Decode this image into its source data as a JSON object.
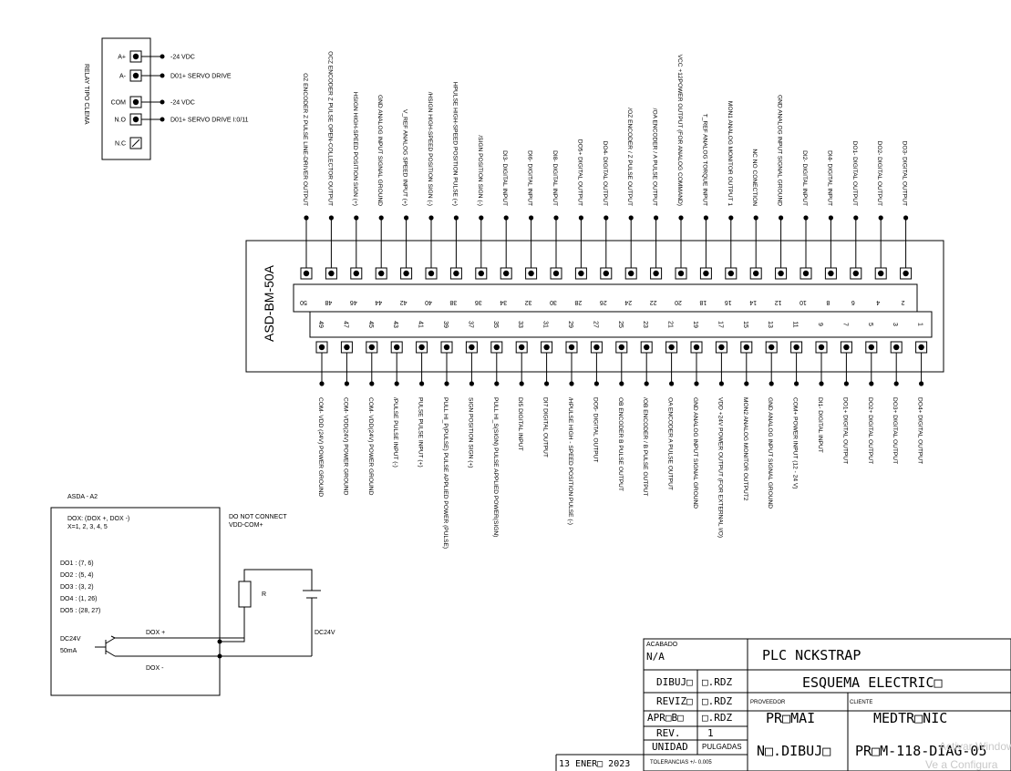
{
  "relay": {
    "side_label": "RELAY TIPO CLEMA",
    "terminals": [
      {
        "label": "A+",
        "signal": "-24 VDC"
      },
      {
        "label": "A-",
        "signal": "D01+ SERVO DRIVE"
      },
      {
        "label": "COM",
        "signal": "-24 VDC"
      },
      {
        "label": "N.O",
        "signal": "D01+ SERVO DRIVE I:0/11"
      },
      {
        "label": "N.C",
        "signal": ""
      }
    ]
  },
  "connector": {
    "model": "ASD-BM-50A",
    "top_row": [
      {
        "pin": "50",
        "signal": "OZ ENCODER Z PULSE LINE-DRIVER OUTPUT"
      },
      {
        "pin": "48",
        "signal": "OCZ ENCODER Z PULSE OPEN-COLLECTOR OUTPUT"
      },
      {
        "pin": "46",
        "signal": "HSIGN HIGH-SPEED POSITION SIGN (+)"
      },
      {
        "pin": "44",
        "signal": "GND ANALOG INPUT SIGNAL GROUND"
      },
      {
        "pin": "42",
        "signal": "V_REF ANALOG SPEED INPUT (+)"
      },
      {
        "pin": "40",
        "signal": "/HSIGN HIGH-SPEED POSITION SIGN (-)"
      },
      {
        "pin": "38",
        "signal": "HPULSE HIGH-SPEED POSITION PULSE (+)"
      },
      {
        "pin": "36",
        "signal": "/SIGN POSITION SIGN (-)"
      },
      {
        "pin": "34",
        "signal": "DI3- DIGITAL INPUT"
      },
      {
        "pin": "32",
        "signal": "DI6- DIGITAL INPUT"
      },
      {
        "pin": "30",
        "signal": "DI8- DIGITAL INPUT"
      },
      {
        "pin": "28",
        "signal": "DO5+ DIGITAL OUTPUT"
      },
      {
        "pin": "26",
        "signal": "DO4- DIGITAL OUTPUT"
      },
      {
        "pin": "24",
        "signal": "/OZ ENCODER / Z PULSE OUTPUT"
      },
      {
        "pin": "22",
        "signal": "/OA ENCODER / A PULSE OUTPUT"
      },
      {
        "pin": "20",
        "signal": "VCC +12POWER OUTPUT (FOR ANALOG COMMAND)"
      },
      {
        "pin": "18",
        "signal": "T_REF ANALOG TORQUE INPUT"
      },
      {
        "pin": "16",
        "signal": "MON1 ANALOG MONITOR OUTPUT 1"
      },
      {
        "pin": "14",
        "signal": "NC NO CONECTION"
      },
      {
        "pin": "12",
        "signal": "GND ANALOG INPUT SIGNAL GROUND"
      },
      {
        "pin": "10",
        "signal": "DI2- DIGITAL INPUT"
      },
      {
        "pin": "8",
        "signal": "DI4- DIGITAL INPUT"
      },
      {
        "pin": "6",
        "signal": "DO1- DIGITAL OUTPUT"
      },
      {
        "pin": "4",
        "signal": "DO2- DIGITAL OUTPUT"
      },
      {
        "pin": "2",
        "signal": "DO3- DIGITAL OUTPUT"
      }
    ],
    "bottom_row": [
      {
        "pin": "49",
        "signal": "COM- VDD (24V) POWER GROUND"
      },
      {
        "pin": "47",
        "signal": "COM- VDD(24V) POWER GROUND"
      },
      {
        "pin": "45",
        "signal": "COM- VDD(24V) POWER GROUND"
      },
      {
        "pin": "43",
        "signal": "/PULSE PULSE INPUT (-)"
      },
      {
        "pin": "41",
        "signal": "PULSE PULSE INPUT (+)"
      },
      {
        "pin": "39",
        "signal": "PULL HI_P(PULSE) PULSE APPLIED POWER (PULSE)"
      },
      {
        "pin": "37",
        "signal": "SIGN POSITION SIGN (+)"
      },
      {
        "pin": "35",
        "signal": "PULL HI_S(SIGN) PULSE APPLIED POWER(SIGN)"
      },
      {
        "pin": "33",
        "signal": "DI5 DIGITAL INPUT"
      },
      {
        "pin": "31",
        "signal": "DI7 DIGITAL OUTPUT"
      },
      {
        "pin": "29",
        "signal": "/HPULSE HIGH - SPEED POSITION PULSE (-)"
      },
      {
        "pin": "27",
        "signal": "DO5- DIGITAL OUTPUT"
      },
      {
        "pin": "25",
        "signal": "OB ENCODER B PULSE OUTPUT"
      },
      {
        "pin": "23",
        "signal": "/OB ENCODER / B PULSE OUTPUT"
      },
      {
        "pin": "21",
        "signal": "OA ENCODER A PULSE OUTPUT"
      },
      {
        "pin": "19",
        "signal": "GND ANALOG INPUT SIGNAL GROUND"
      },
      {
        "pin": "17",
        "signal": "VDD +24V POWER OUTPUT (FOR EXTERNAL I/O)"
      },
      {
        "pin": "15",
        "signal": "MON2 ANALOG MONITOR OUTPUT2"
      },
      {
        "pin": "13",
        "signal": "GND ANALOG INPUT SIGNAL GROUND"
      },
      {
        "pin": "11",
        "signal": "COM+ POWER INPUT (12 - 24 V)"
      },
      {
        "pin": "9",
        "signal": "DI1- DIGITAL INPUT"
      },
      {
        "pin": "7",
        "signal": "DO1+ DIGITAL OUTPUT"
      },
      {
        "pin": "5",
        "signal": "DO2+ DIGITAL OUTPUT"
      },
      {
        "pin": "3",
        "signal": "DO3+ DIGITAL OUTPUT"
      },
      {
        "pin": "1",
        "signal": "DO4+ DIGITAL OUTPUT"
      }
    ]
  },
  "asda": {
    "title": "ASDA - A2",
    "dox_line1": "DOX: (DOX +, DOX -)",
    "dox_line2": "X=1, 2, 3, 4, 5",
    "do_list": [
      "DO1 : (7, 6)",
      "DO2 : (5, 4)",
      "DO3 : (3, 2)",
      "DO4 : (1, 26)",
      "DO5 : (28, 27)"
    ],
    "dc_label": "DC24V",
    "ma_label": "50mA",
    "dox_plus": "DOX +",
    "dox_minus": "DOX -",
    "warning1": "DO NOT CONNECT",
    "warning2": "VDD-COM+",
    "resistor": "R",
    "ext_supply": "DC24V"
  },
  "title_block": {
    "acabado_label": "ACABADO",
    "acabado_value": "N/A",
    "project": "PLC NCKSTRAP",
    "dibujo_label": "DIBUJ□",
    "dibujo_value": "□.RDZ",
    "reviso_label": "REVIZ□",
    "reviso_value": "□.RDZ",
    "aprobo_label": "APR□B□",
    "aprobo_value": "□.RDZ",
    "rev_label": "REV.",
    "rev_value": "1",
    "unidad_label": "UNIDAD",
    "unidad_value": "PULGADAS",
    "tolerancias": "TOLERANCIAS +/- 0.005",
    "date": "13 ENER□ 2023",
    "description": "ESQUEMA ELECTRIC□",
    "proveedor_label": "PROVEEDOR",
    "proveedor": "PR□MAI",
    "cliente_label": "CLIENTE",
    "cliente": "MEDTR□NIC",
    "no_dibujo_label": "N□.DIBUJ□",
    "no_dibujo": "PR□M-118-DIAG-05"
  },
  "watermark": {
    "line1": "Activar Windows",
    "line2": "Ve a Configura"
  }
}
